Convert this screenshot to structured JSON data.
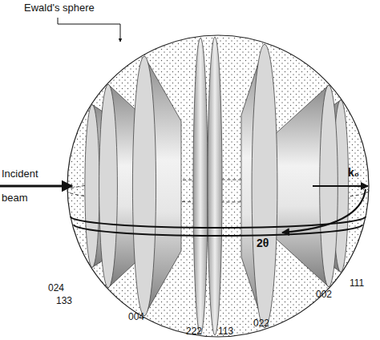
{
  "diagram": {
    "labels": [
      "Ewald's sphere",
      "Incident beam",
      "k₀",
      "2θ",
      "024",
      "133",
      "004",
      "222",
      "113",
      "022",
      "002",
      "111"
    ]
  }
}
